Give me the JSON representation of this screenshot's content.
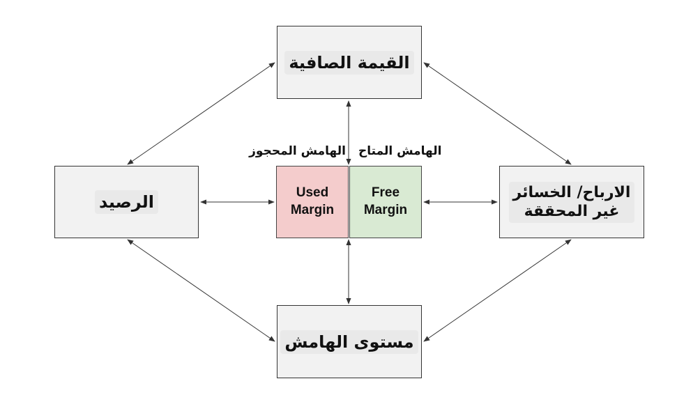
{
  "nodes": {
    "net_value": "القيمة الصافية",
    "balance": "الرصيد",
    "unrealized_pl_line1": "الارباح/ الخسائر",
    "unrealized_pl_line2": "غير المحققة",
    "margin_level": "مستوى الهامش",
    "used_margin": "Used\nMargin",
    "free_margin": "Free\nMargin"
  },
  "captions": {
    "used_margin_ar": "الهامش المحجوز",
    "free_margin_ar": "الهامش المتاح"
  },
  "colors": {
    "box_fill": "#f2f2f2",
    "used_fill": "#f4cccc",
    "free_fill": "#d9ead3",
    "line": "#333333"
  }
}
